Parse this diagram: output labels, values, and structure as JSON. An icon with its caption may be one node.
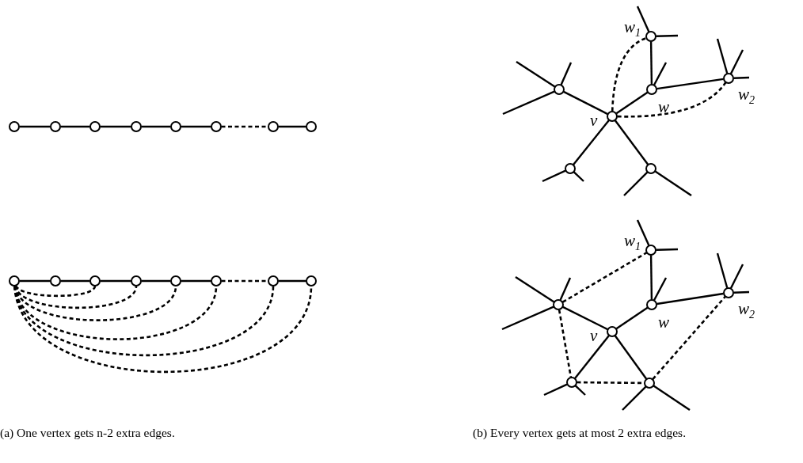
{
  "diagram": {
    "nodes": [
      {
        "text": [],
        "shape": "circle"
      },
      {
        "text": [],
        "shape": "circle"
      },
      {
        "text": [],
        "shape": "circle"
      },
      {
        "text": [],
        "shape": "circle"
      },
      {
        "text": [],
        "shape": "circle"
      },
      {
        "text": [],
        "shape": "circle"
      },
      {
        "text": [],
        "shape": "circle"
      },
      {
        "text": [],
        "shape": "circle"
      },
      {
        "text": [],
        "shape": "circle"
      },
      {
        "text": [],
        "shape": "circle"
      },
      {
        "text": [],
        "shape": "circle"
      },
      {
        "text": [],
        "shape": "circle"
      },
      {
        "text": [],
        "shape": "circle"
      },
      {
        "text": [],
        "shape": "circle"
      },
      {
        "text": [],
        "shape": "circle"
      },
      {
        "text": [],
        "shape": "circle"
      },
      {
        "text": [],
        "shape": "circle",
        "beside": [
          "w$_{1}$"
        ]
      },
      {
        "text": [],
        "shape": "circle"
      },
      {
        "text": [],
        "shape": "circle",
        "beside": [
          "w"
        ]
      },
      {
        "text": [],
        "shape": "circle",
        "beside": [
          "w$_{2}$"
        ]
      },
      {
        "text": [],
        "shape": "circle",
        "beside": [
          "v"
        ]
      },
      {
        "text": [],
        "shape": "circle"
      },
      {
        "text": [],
        "shape": "circle"
      },
      {
        "text": [],
        "shape": "circle",
        "beside": [
          "w$_{1}$"
        ]
      },
      {
        "text": [],
        "shape": "circle"
      },
      {
        "text": [],
        "shape": "circle",
        "beside": [
          "w"
        ]
      },
      {
        "text": [],
        "shape": "circle",
        "beside": [
          "w$_{2}$"
        ]
      },
      {
        "text": [],
        "shape": "circle",
        "beside": [
          "v"
        ]
      },
      {
        "text": [],
        "shape": "circle"
      },
      {
        "text": [],
        "shape": "circle"
      }
    ],
    "edges": [
      {
        "from": 0,
        "to": 1,
        "arrow": "none"
      },
      {
        "from": 1,
        "to": 2,
        "arrow": "none"
      },
      {
        "from": 2,
        "to": 3,
        "arrow": "none"
      },
      {
        "from": 3,
        "to": 4,
        "arrow": "none"
      },
      {
        "from": 4,
        "to": 5,
        "arrow": "none"
      },
      {
        "from": 5,
        "to": 6,
        "arrow": "none",
        "style": "dashed"
      },
      {
        "from": 6,
        "to": 7,
        "arrow": "none"
      },
      {
        "from": 8,
        "to": 9,
        "arrow": "none"
      },
      {
        "from": 9,
        "to": 10,
        "arrow": "none"
      },
      {
        "from": 10,
        "to": 11,
        "arrow": "none"
      },
      {
        "from": 11,
        "to": 12,
        "arrow": "none"
      },
      {
        "from": 12,
        "to": 13,
        "arrow": "none"
      },
      {
        "from": 13,
        "to": 14,
        "arrow": "none",
        "style": "dashed"
      },
      {
        "from": 14,
        "to": 15,
        "arrow": "none"
      },
      {
        "from": 8,
        "to": 10,
        "arrow": "none",
        "style": "dashed"
      },
      {
        "from": 8,
        "to": 11,
        "arrow": "none",
        "style": "dashed"
      },
      {
        "from": 8,
        "to": 12,
        "arrow": "none",
        "style": "dashed"
      },
      {
        "from": 8,
        "to": 13,
        "arrow": "none",
        "style": "dashed"
      },
      {
        "from": 8,
        "to": 14,
        "arrow": "none",
        "style": "dashed"
      },
      {
        "from": 8,
        "to": 15,
        "arrow": "none",
        "style": "dashed"
      },
      {
        "from": 20,
        "to": 17,
        "arrow": "none"
      },
      {
        "from": 20,
        "to": 18,
        "arrow": "none"
      },
      {
        "from": 20,
        "to": 21,
        "arrow": "none"
      },
      {
        "from": 20,
        "to": 22,
        "arrow": "none"
      },
      {
        "from": 18,
        "to": 16,
        "arrow": "none"
      },
      {
        "from": 18,
        "to": 19,
        "arrow": "none"
      },
      {
        "from": 20,
        "to": 16,
        "arrow": "none",
        "style": "dashed"
      },
      {
        "from": 20,
        "to": 19,
        "arrow": "none",
        "style": "dashed"
      },
      {
        "from": 16,
        "to": null,
        "arrow": "none"
      },
      {
        "from": 16,
        "to": null,
        "arrow": "none"
      },
      {
        "from": 17,
        "to": null,
        "arrow": "none"
      },
      {
        "from": 17,
        "to": null,
        "arrow": "none"
      },
      {
        "from": 17,
        "to": null,
        "arrow": "none"
      },
      {
        "from": 18,
        "to": null,
        "arrow": "none"
      },
      {
        "from": 19,
        "to": null,
        "arrow": "none"
      },
      {
        "from": 19,
        "to": null,
        "arrow": "none"
      },
      {
        "from": 19,
        "to": null,
        "arrow": "none"
      },
      {
        "from": 21,
        "to": null,
        "arrow": "none"
      },
      {
        "from": 21,
        "to": null,
        "arrow": "none"
      },
      {
        "from": 22,
        "to": null,
        "arrow": "none"
      },
      {
        "from": 22,
        "to": null,
        "arrow": "none"
      },
      {
        "from": 27,
        "to": 24,
        "arrow": "none"
      },
      {
        "from": 27,
        "to": 25,
        "arrow": "none"
      },
      {
        "from": 27,
        "to": 28,
        "arrow": "none"
      },
      {
        "from": 27,
        "to": 29,
        "arrow": "none"
      },
      {
        "from": 25,
        "to": 23,
        "arrow": "none"
      },
      {
        "from": 25,
        "to": 26,
        "arrow": "none"
      },
      {
        "from": 24,
        "to": 23,
        "arrow": "none",
        "style": "dashed"
      },
      {
        "from": 24,
        "to": 28,
        "arrow": "none",
        "style": "dashed"
      },
      {
        "from": 28,
        "to": 29,
        "arrow": "none",
        "style": "dashed"
      },
      {
        "from": 29,
        "to": 26,
        "arrow": "none",
        "style": "dashed"
      },
      {
        "from": 23,
        "to": null,
        "arrow": "none"
      },
      {
        "from": 23,
        "to": null,
        "arrow": "none"
      },
      {
        "from": 24,
        "to": null,
        "arrow": "none"
      },
      {
        "from": 24,
        "to": null,
        "arrow": "none"
      },
      {
        "from": 24,
        "to": null,
        "arrow": "none"
      },
      {
        "from": 25,
        "to": null,
        "arrow": "none"
      },
      {
        "from": 26,
        "to": null,
        "arrow": "none"
      },
      {
        "from": 26,
        "to": null,
        "arrow": "none"
      },
      {
        "from": 26,
        "to": null,
        "arrow": "none"
      },
      {
        "from": 28,
        "to": null,
        "arrow": "none"
      },
      {
        "from": 28,
        "to": null,
        "arrow": "none"
      },
      {
        "from": 29,
        "to": null,
        "arrow": "none"
      },
      {
        "from": 29,
        "to": null,
        "arrow": "none"
      }
    ],
    "labels": [
      "(a) One vertex gets n-2 extra edges.",
      "(b) Every vertex gets at most 2 extra edges."
    ]
  }
}
